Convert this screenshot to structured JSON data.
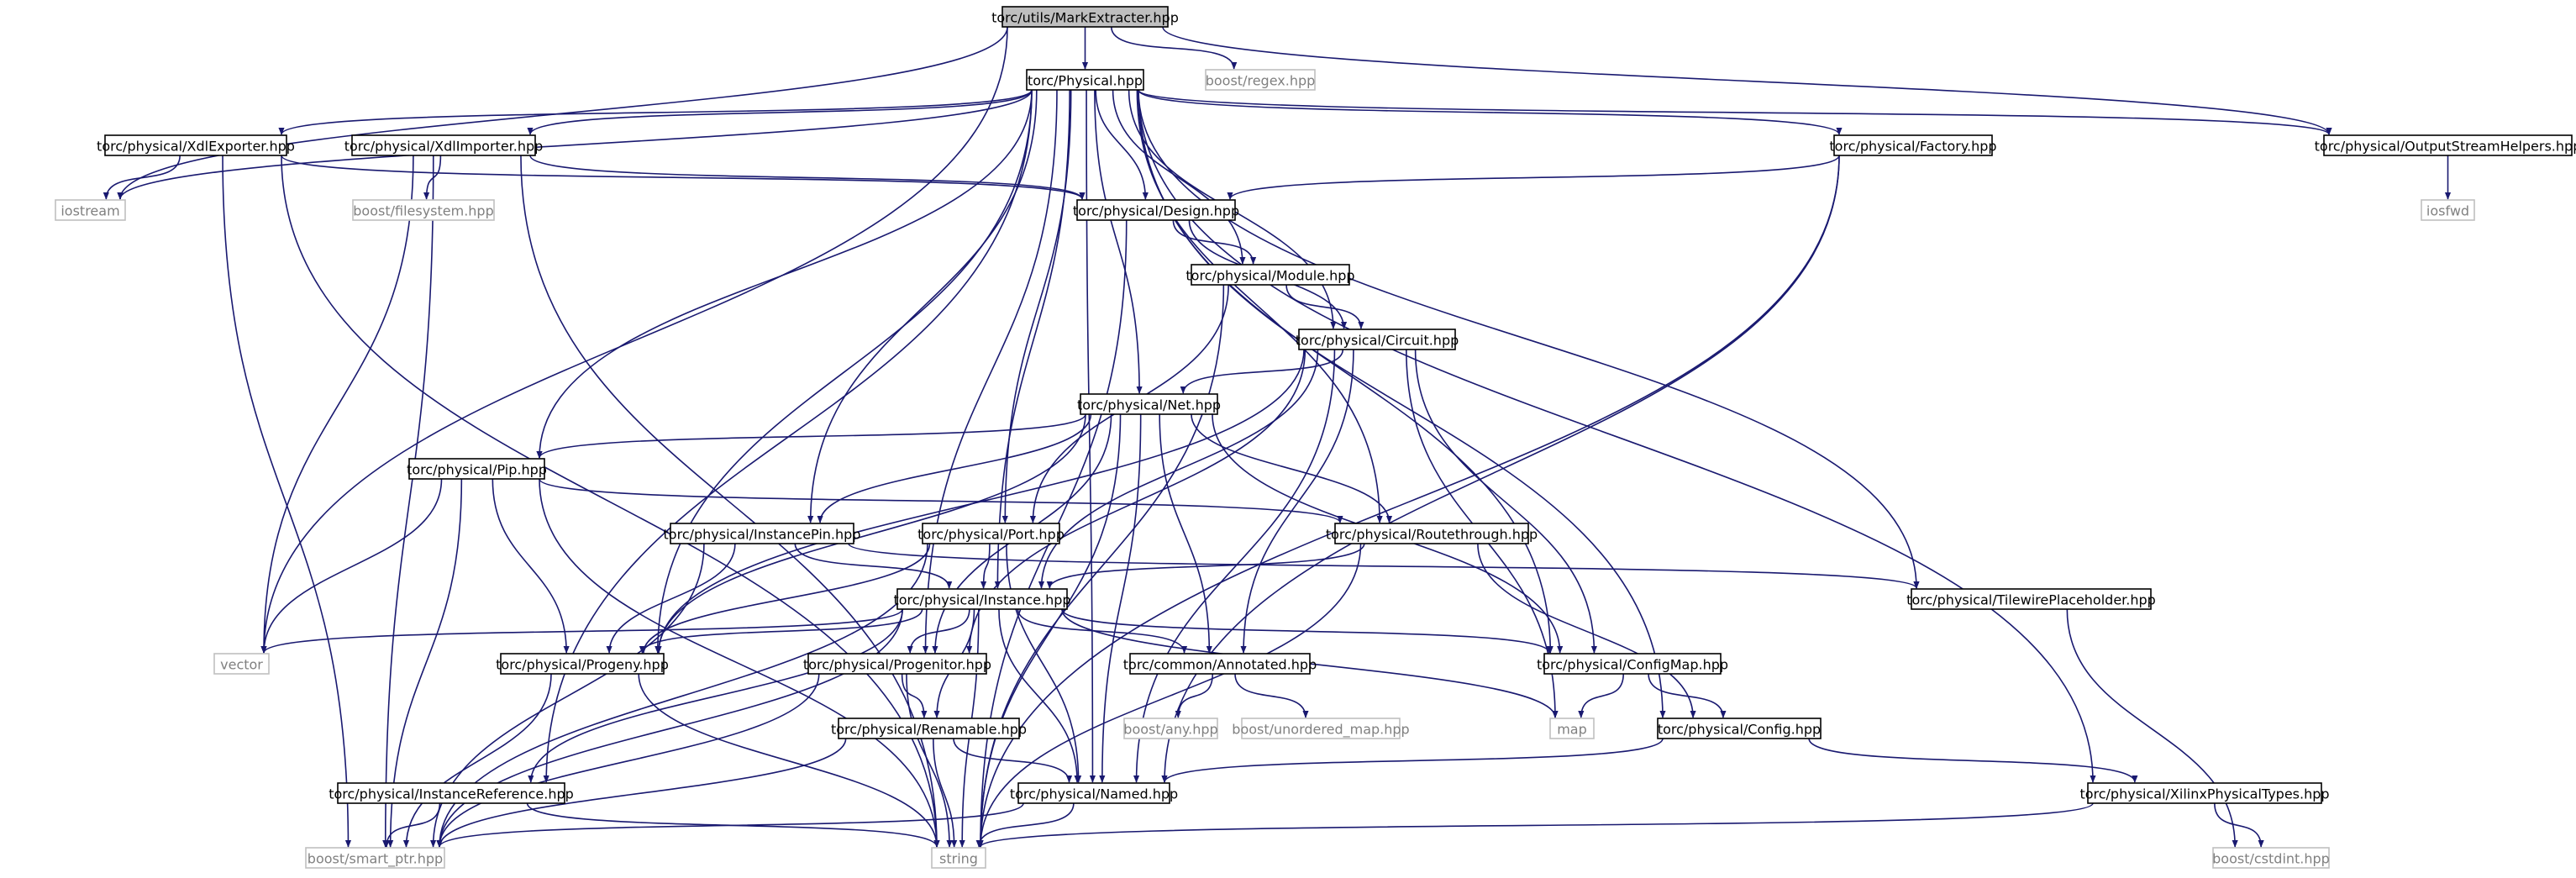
{
  "colors": {
    "edge": "#191970",
    "node_border": "#000000",
    "external_border": "#bfbfbf",
    "external_text": "#808080",
    "root_fill": "#bfbfbf",
    "node_fill": "#ffffff",
    "text": "#000000"
  },
  "nodes": [
    {
      "id": "markextracter",
      "label": "torc/utils/MarkExtracter.hpp",
      "kind": "root"
    },
    {
      "id": "physical",
      "label": "torc/Physical.hpp",
      "kind": "node"
    },
    {
      "id": "regex",
      "label": "boost/regex.hpp",
      "kind": "external"
    },
    {
      "id": "xdlexporter",
      "label": "torc/physical/XdlExporter.hpp",
      "kind": "node"
    },
    {
      "id": "xdlimporter",
      "label": "torc/physical/XdlImporter.hpp",
      "kind": "node"
    },
    {
      "id": "factory",
      "label": "torc/physical/Factory.hpp",
      "kind": "node"
    },
    {
      "id": "outputstreamhelpers",
      "label": "torc/physical/OutputStreamHelpers.hpp",
      "kind": "node"
    },
    {
      "id": "iostream",
      "label": "iostream",
      "kind": "external"
    },
    {
      "id": "filesystem",
      "label": "boost/filesystem.hpp",
      "kind": "external"
    },
    {
      "id": "design",
      "label": "torc/physical/Design.hpp",
      "kind": "node"
    },
    {
      "id": "iosfwd",
      "label": "iosfwd",
      "kind": "external"
    },
    {
      "id": "module",
      "label": "torc/physical/Module.hpp",
      "kind": "node"
    },
    {
      "id": "circuit",
      "label": "torc/physical/Circuit.hpp",
      "kind": "node"
    },
    {
      "id": "net",
      "label": "torc/physical/Net.hpp",
      "kind": "node"
    },
    {
      "id": "pip",
      "label": "torc/physical/Pip.hpp",
      "kind": "node"
    },
    {
      "id": "instancepin",
      "label": "torc/physical/InstancePin.hpp",
      "kind": "node"
    },
    {
      "id": "port",
      "label": "torc/physical/Port.hpp",
      "kind": "node"
    },
    {
      "id": "routethrough",
      "label": "torc/physical/Routethrough.hpp",
      "kind": "node"
    },
    {
      "id": "instance",
      "label": "torc/physical/Instance.hpp",
      "kind": "node"
    },
    {
      "id": "tilewire",
      "label": "torc/physical/TilewirePlaceholder.hpp",
      "kind": "node"
    },
    {
      "id": "vector",
      "label": "vector",
      "kind": "external"
    },
    {
      "id": "progeny",
      "label": "torc/physical/Progeny.hpp",
      "kind": "node"
    },
    {
      "id": "progenitor",
      "label": "torc/physical/Progenitor.hpp",
      "kind": "node"
    },
    {
      "id": "annotated",
      "label": "torc/common/Annotated.hpp",
      "kind": "node"
    },
    {
      "id": "configmap",
      "label": "torc/physical/ConfigMap.hpp",
      "kind": "node"
    },
    {
      "id": "anyhpp",
      "label": "boost/any.hpp",
      "kind": "external"
    },
    {
      "id": "unorderedmap",
      "label": "boost/unordered_map.hpp",
      "kind": "external"
    },
    {
      "id": "map",
      "label": "map",
      "kind": "external"
    },
    {
      "id": "renamable",
      "label": "torc/physical/Renamable.hpp",
      "kind": "node"
    },
    {
      "id": "config",
      "label": "torc/physical/Config.hpp",
      "kind": "node"
    },
    {
      "id": "instanceref",
      "label": "torc/physical/InstanceReference.hpp",
      "kind": "node"
    },
    {
      "id": "named",
      "label": "torc/physical/Named.hpp",
      "kind": "node"
    },
    {
      "id": "xilinxtypes",
      "label": "torc/physical/XilinxPhysicalTypes.hpp",
      "kind": "node"
    },
    {
      "id": "smartptr",
      "label": "boost/smart_ptr.hpp",
      "kind": "external"
    },
    {
      "id": "string",
      "label": "string",
      "kind": "external"
    },
    {
      "id": "cstdint",
      "label": "boost/cstdint.hpp",
      "kind": "external"
    }
  ],
  "edges": [
    [
      "markextracter",
      "physical"
    ],
    [
      "markextracter",
      "regex"
    ],
    [
      "markextracter",
      "iostream"
    ],
    [
      "markextracter",
      "vector"
    ],
    [
      "markextracter",
      "outputstreamhelpers"
    ],
    [
      "physical",
      "xdlexporter"
    ],
    [
      "physical",
      "xdlimporter"
    ],
    [
      "physical",
      "factory"
    ],
    [
      "physical",
      "outputstreamhelpers"
    ],
    [
      "physical",
      "iostream"
    ],
    [
      "physical",
      "design"
    ],
    [
      "physical",
      "module"
    ],
    [
      "physical",
      "circuit"
    ],
    [
      "physical",
      "net"
    ],
    [
      "physical",
      "pip"
    ],
    [
      "physical",
      "instancepin"
    ],
    [
      "physical",
      "port"
    ],
    [
      "physical",
      "routethrough"
    ],
    [
      "physical",
      "instance"
    ],
    [
      "physical",
      "tilewire"
    ],
    [
      "physical",
      "progeny"
    ],
    [
      "physical",
      "progenitor"
    ],
    [
      "physical",
      "configmap"
    ],
    [
      "physical",
      "config"
    ],
    [
      "physical",
      "instanceref"
    ],
    [
      "physical",
      "named"
    ],
    [
      "physical",
      "xilinxtypes"
    ],
    [
      "xdlexporter",
      "iostream"
    ],
    [
      "xdlexporter",
      "design"
    ],
    [
      "xdlexporter",
      "smartptr"
    ],
    [
      "xdlexporter",
      "string"
    ],
    [
      "xdlimporter",
      "filesystem"
    ],
    [
      "xdlimporter",
      "design"
    ],
    [
      "xdlimporter",
      "vector"
    ],
    [
      "xdlimporter",
      "smartptr"
    ],
    [
      "xdlimporter",
      "string"
    ],
    [
      "factory",
      "design"
    ],
    [
      "factory",
      "named"
    ],
    [
      "factory",
      "string"
    ],
    [
      "outputstreamhelpers",
      "iosfwd"
    ],
    [
      "design",
      "module"
    ],
    [
      "design",
      "circuit"
    ],
    [
      "design",
      "string"
    ],
    [
      "module",
      "circuit"
    ],
    [
      "module",
      "port"
    ],
    [
      "module",
      "string"
    ],
    [
      "circuit",
      "net"
    ],
    [
      "circuit",
      "instance"
    ],
    [
      "circuit",
      "progeny"
    ],
    [
      "circuit",
      "progenitor"
    ],
    [
      "circuit",
      "annotated"
    ],
    [
      "circuit",
      "configmap"
    ],
    [
      "circuit",
      "map"
    ],
    [
      "circuit",
      "named"
    ],
    [
      "net",
      "pip"
    ],
    [
      "net",
      "instancepin"
    ],
    [
      "net",
      "routethrough"
    ],
    [
      "net",
      "progeny"
    ],
    [
      "net",
      "progenitor"
    ],
    [
      "net",
      "annotated"
    ],
    [
      "net",
      "configmap"
    ],
    [
      "net",
      "named"
    ],
    [
      "net",
      "string"
    ],
    [
      "pip",
      "routethrough"
    ],
    [
      "pip",
      "vector"
    ],
    [
      "pip",
      "progeny"
    ],
    [
      "pip",
      "smartptr"
    ],
    [
      "pip",
      "string"
    ],
    [
      "instancepin",
      "instance"
    ],
    [
      "instancepin",
      "tilewire"
    ],
    [
      "instancepin",
      "progeny"
    ],
    [
      "instancepin",
      "smartptr"
    ],
    [
      "port",
      "instance"
    ],
    [
      "port",
      "progeny"
    ],
    [
      "port",
      "named"
    ],
    [
      "port",
      "smartptr"
    ],
    [
      "routethrough",
      "instance"
    ],
    [
      "routethrough",
      "config"
    ],
    [
      "routethrough",
      "string"
    ],
    [
      "instance",
      "vector"
    ],
    [
      "instance",
      "progeny"
    ],
    [
      "instance",
      "progenitor"
    ],
    [
      "instance",
      "annotated"
    ],
    [
      "instance",
      "configmap"
    ],
    [
      "instance",
      "map"
    ],
    [
      "instance",
      "renamable"
    ],
    [
      "instance",
      "named"
    ],
    [
      "instance",
      "instanceref"
    ],
    [
      "instance",
      "smartptr"
    ],
    [
      "instance",
      "string"
    ],
    [
      "tilewire",
      "cstdint"
    ],
    [
      "progeny",
      "smartptr"
    ],
    [
      "progeny",
      "string"
    ],
    [
      "progenitor",
      "renamable"
    ],
    [
      "progenitor",
      "smartptr"
    ],
    [
      "progenitor",
      "string"
    ],
    [
      "annotated",
      "anyhpp"
    ],
    [
      "annotated",
      "unorderedmap"
    ],
    [
      "configmap",
      "map"
    ],
    [
      "configmap",
      "config"
    ],
    [
      "renamable",
      "named"
    ],
    [
      "renamable",
      "smartptr"
    ],
    [
      "renamable",
      "string"
    ],
    [
      "config",
      "named"
    ],
    [
      "config",
      "xilinxtypes"
    ],
    [
      "instanceref",
      "smartptr"
    ],
    [
      "instanceref",
      "string"
    ],
    [
      "named",
      "smartptr"
    ],
    [
      "named",
      "string"
    ],
    [
      "xilinxtypes",
      "string"
    ],
    [
      "xilinxtypes",
      "cstdint"
    ]
  ]
}
